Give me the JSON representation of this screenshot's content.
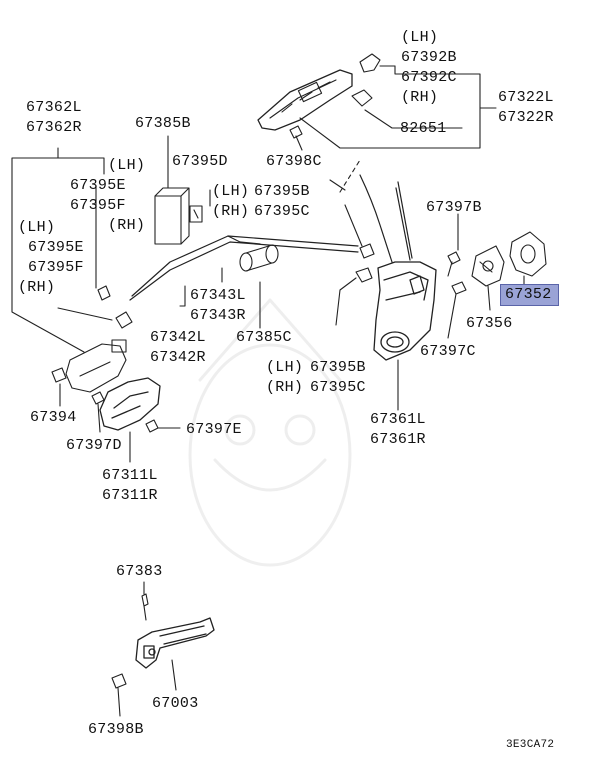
{
  "diagram": {
    "code": "3E3CA72",
    "labels": {
      "lh": "(LH)",
      "rh": "(RH)",
      "p67392B": "67392B",
      "p67392C": "67392C",
      "p67322L": "67322L",
      "p67322R": "67322R",
      "p82651": "82651",
      "p67362L": "67362L",
      "p67362R": "67362R",
      "p67385B": "67385B",
      "p67395D": "67395D",
      "p67398C": "67398C",
      "p67395E": "67395E",
      "p67395F": "67395F",
      "p67395B": "67395B",
      "p67395C": "67395C",
      "p67397B": "67397B",
      "p67352": "67352",
      "p67343L": "67343L",
      "p67343R": "67343R",
      "p67342L": "67342L",
      "p67342R": "67342R",
      "p67385C": "67385C",
      "p67356": "67356",
      "p67397C": "67397C",
      "p67394": "67394",
      "p67397D": "67397D",
      "p67397E": "67397E",
      "p67361L": "67361L",
      "p67361R": "67361R",
      "p67311L": "67311L",
      "p67311R": "67311R",
      "p67383": "67383",
      "p67003": "67003",
      "p67398B": "67398B"
    },
    "highlight_color": "#9aa3d6"
  }
}
